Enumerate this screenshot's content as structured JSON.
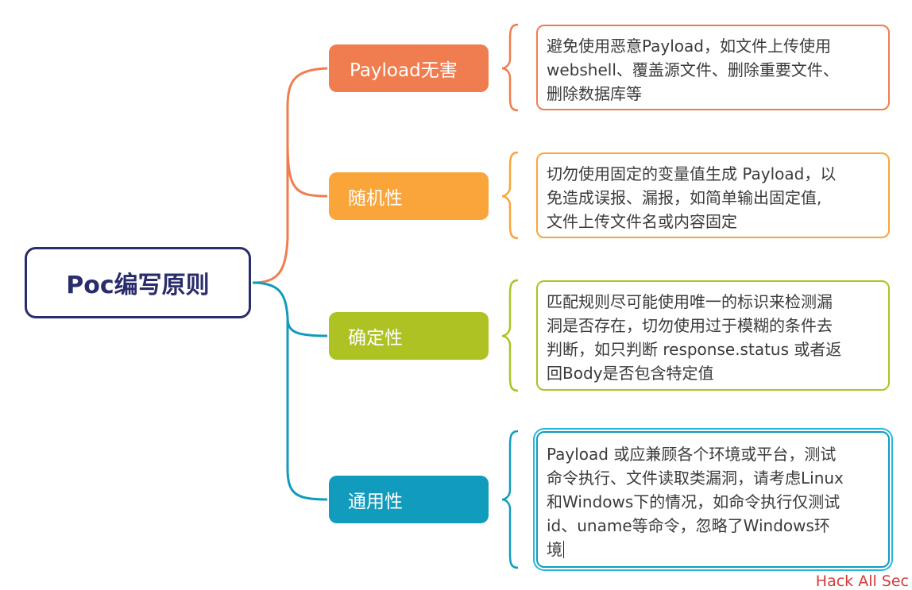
{
  "root": {
    "label": "Poc编写原则"
  },
  "branches": [
    {
      "label": "Payload无害",
      "color": "#f07d4f",
      "detail_lines": [
        "避免使用恶意Payload，如文件上传使用",
        "webshell、覆盖源文件、删除重要文件、",
        "删除数据库等"
      ]
    },
    {
      "label": "随机性",
      "color": "#f9a53a",
      "detail_lines": [
        "切勿使用固定的变量值生成 Payload，以",
        "免造成误报、漏报，如简单输出固定值,",
        "文件上传文件名或内容固定"
      ]
    },
    {
      "label": "确定性",
      "color": "#aec223",
      "detail_lines": [
        "匹配规则尽可能使用唯一的标识来检测漏",
        "洞是否存在，切勿使用过于模糊的条件去",
        "判断，如只判断 response.status 或者返",
        "回Body是否包含特定值"
      ]
    },
    {
      "label": "通用性",
      "color": "#119bbc",
      "detail_lines": [
        "Payload 或应兼顾各个环境或平台，测试",
        "命令执行、文件读取类漏洞，请考虑Linux",
        "和Windows下的情况，如命令执行仅测试",
        "id、uname等命令，忽略了Windows环",
        "境"
      ]
    }
  ],
  "watermark": "Hack All Sec"
}
